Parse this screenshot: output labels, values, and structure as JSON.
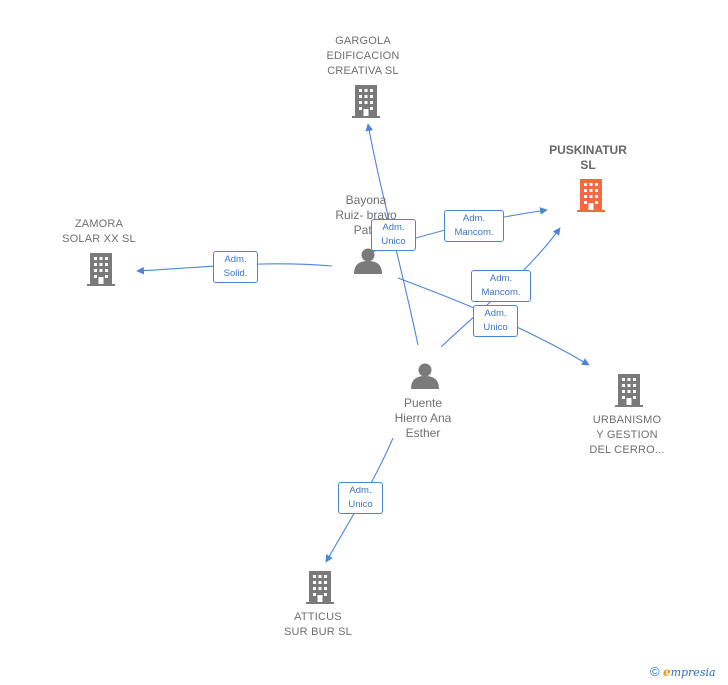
{
  "colors": {
    "edge": "#4a86d8",
    "company_icon": "#7a7a7a",
    "highlight_icon": "#f26a3d",
    "person_icon": "#7a7a7a"
  },
  "nodes": {
    "gargola": {
      "label": "GARGOLA\nEDIFICACION\nCREATIVA  SL",
      "icon": "building-icon"
    },
    "puskinatur": {
      "label": "PUSKINATUR\nSL",
      "icon": "building-icon"
    },
    "zamora": {
      "label": "ZAMORA\nSOLAR XX SL",
      "icon": "building-icon"
    },
    "bayona": {
      "label": "Bayona\nRuiz- bravo\nPatri",
      "icon": "person-icon"
    },
    "puente": {
      "label": "Puente\nHierro Ana\nEsther",
      "icon": "person-icon"
    },
    "urbanismo": {
      "label": "URBANISMO\nY GESTION\nDEL CERRO...",
      "icon": "building-icon"
    },
    "atticus": {
      "label": "ATTICUS\nSUR BUR  SL",
      "icon": "building-icon"
    }
  },
  "edges": {
    "bayona_zamora": "Adm.\nSolid.",
    "puente_gargola": "Adm.\nUnico",
    "bayona_puskinatur": "Adm.\nMancom.",
    "puente_puskinatur": "Adm.\nMancom.",
    "bayona_urbanismo": "Adm.\nUnico",
    "puente_atticus": "Adm.\nUnico"
  },
  "brand": {
    "symbol": "©",
    "initial": "e",
    "rest": "mpresia"
  }
}
